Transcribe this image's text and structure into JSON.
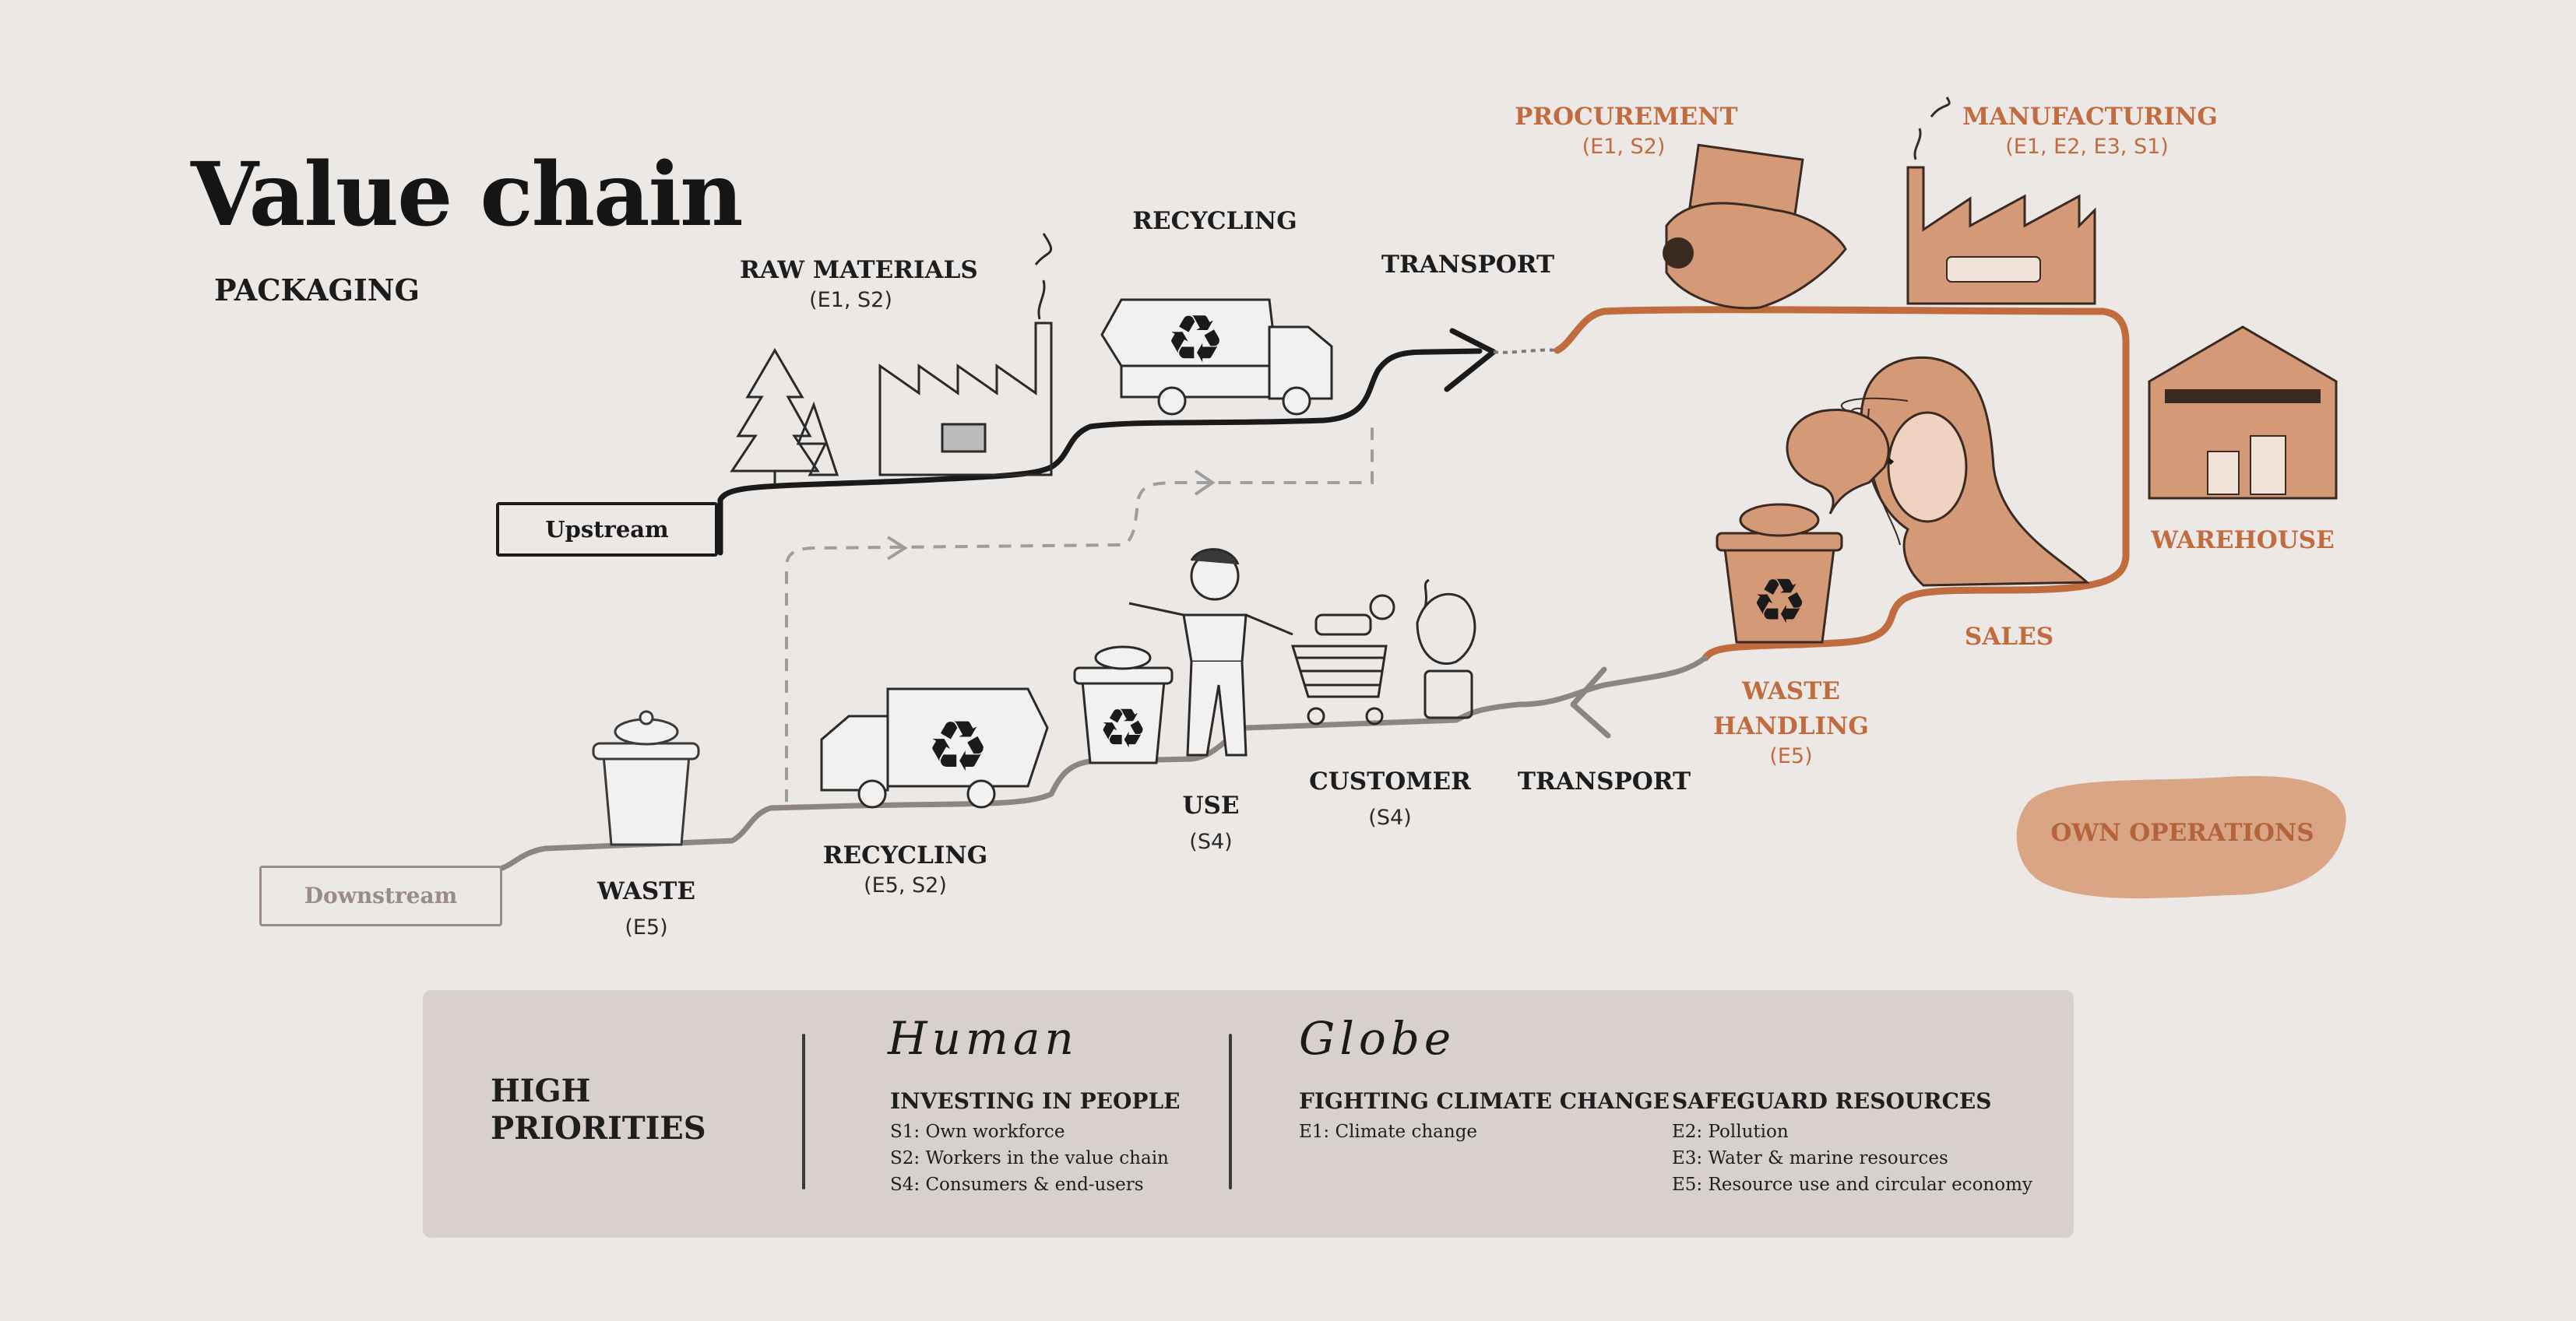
{
  "header": {
    "title": "Value chain",
    "subtitle": "PACKAGING"
  },
  "flow_tags": {
    "upstream": "Upstream",
    "downstream": "Downstream",
    "own_operations": "OWN OPERATIONS"
  },
  "upstream_stages": [
    {
      "label": "RAW MATERIALS",
      "codes": "(E1, S2)"
    },
    {
      "label": "RECYCLING",
      "codes": ""
    },
    {
      "label": "TRANSPORT",
      "codes": ""
    }
  ],
  "own_operations_stages": [
    {
      "label": "PROCUREMENT",
      "codes": "(E1, S2)"
    },
    {
      "label": "MANUFACTURING",
      "codes": "(E1, E2, E3, S1)"
    },
    {
      "label": "WAREHOUSE",
      "codes": ""
    },
    {
      "label": "SALES",
      "codes": ""
    },
    {
      "label_line1": "WASTE",
      "label_line2": "HANDLING",
      "codes": "(E5)"
    }
  ],
  "downstream_stages": [
    {
      "label": "TRANSPORT",
      "codes": ""
    },
    {
      "label": "CUSTOMER",
      "codes": "(S4)"
    },
    {
      "label": "USE",
      "codes": "(S4)"
    },
    {
      "label": "RECYCLING",
      "codes": "(E5, S2)"
    },
    {
      "label": "WASTE",
      "codes": "(E5)"
    }
  ],
  "priorities": {
    "heading_line1": "HIGH",
    "heading_line2": "PRIORITIES",
    "groups": [
      {
        "name": "Human",
        "categories": [
          {
            "title": "INVESTING IN PEOPLE",
            "items": [
              "S1: Own workforce",
              "S2: Workers in the value chain",
              "S4: Consumers & end-users"
            ]
          }
        ]
      },
      {
        "name": "Globe",
        "categories": [
          {
            "title": "FIGHTING CLIMATE CHANGE",
            "items": [
              "E1: Climate change"
            ]
          },
          {
            "title": "SAFEGUARD RESOURCES",
            "items": [
              "E2: Pollution",
              "E3: Water & marine resources",
              "E5: Resource use and circular economy"
            ]
          }
        ]
      }
    ]
  },
  "colors": {
    "background": "#ece8e6",
    "ink": "#1a1a1a",
    "own_operations": "#c16c3e",
    "own_operations_fill": "#d9a585",
    "downstream_ink": "#9a8c84",
    "panel": "#d7d0cc"
  }
}
